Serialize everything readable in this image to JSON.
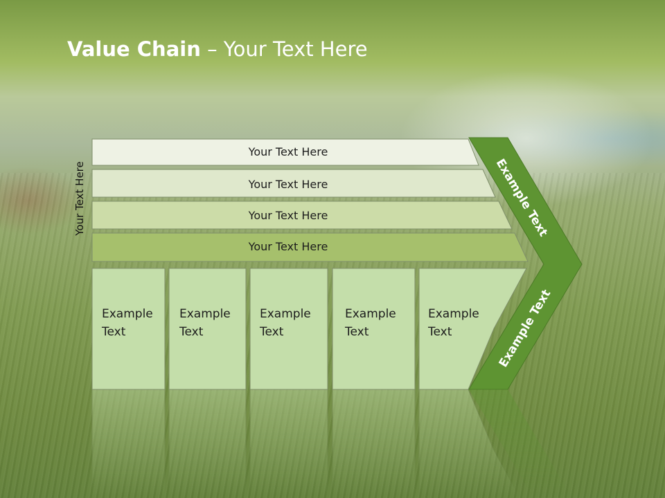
{
  "slide": {
    "title_bold": "Value Chain",
    "title_rest": " – Your Text Here",
    "side_label": "Your Text Here"
  },
  "rows": [
    {
      "label": "Your Text Here",
      "color": "#eef2e4"
    },
    {
      "label": "Your Text Here",
      "color": "#dfe8cc"
    },
    {
      "label": "Your Text Here",
      "color": "#ccdca8"
    },
    {
      "label": "Your Text Here",
      "color": "#a6c06c"
    }
  ],
  "cells": [
    {
      "line1": "Example",
      "line2": "Text"
    },
    {
      "line1": "Example",
      "line2": "Text"
    },
    {
      "line1": "Example",
      "line2": "Text"
    },
    {
      "line1": "Example",
      "line2": "Text"
    },
    {
      "line1": "Example",
      "line2": "Text"
    }
  ],
  "chevron": {
    "upper_label": "Example Text",
    "lower_label": "Example Text",
    "color": "#5e9432"
  },
  "colors": {
    "cell_fill": "#c4deaa",
    "outline": "#7f8f6a"
  }
}
